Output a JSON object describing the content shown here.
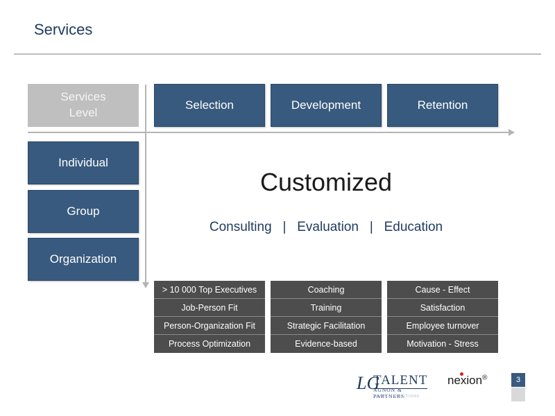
{
  "title": "Services",
  "header_row": {
    "corner": [
      "Services",
      "Level"
    ],
    "columns": [
      "Selection",
      "Development",
      "Retention"
    ]
  },
  "levels": [
    "Individual",
    "Group",
    "Organization"
  ],
  "center": {
    "headline": "Customized",
    "subline": "Consulting   |   Evaluation   |   Education"
  },
  "lists": [
    [
      "> 10 000 Top Executives",
      "Job-Person Fit",
      "Person-Organization Fit",
      "Process Optimization"
    ],
    [
      "Coaching",
      "Training",
      "Strategic Facilitation",
      "Evidence-based"
    ],
    [
      "Cause - Effect",
      "Satisfaction",
      "Employee turnover",
      "Motivation - Stress"
    ]
  ],
  "logos": {
    "talent": {
      "mark": "LG",
      "name": "TALENT",
      "sub": "AGNON & PARTNERS",
      "tag": "SEARCH SOLUTIONS"
    },
    "nexion": {
      "name": "nexion",
      "mark": "®"
    }
  },
  "page_number": "3",
  "colors": {
    "accent": "#385a7e",
    "corner": "#bfbfbf",
    "list_bg": "#4d4d4d",
    "axis": "#b4b4b4"
  }
}
